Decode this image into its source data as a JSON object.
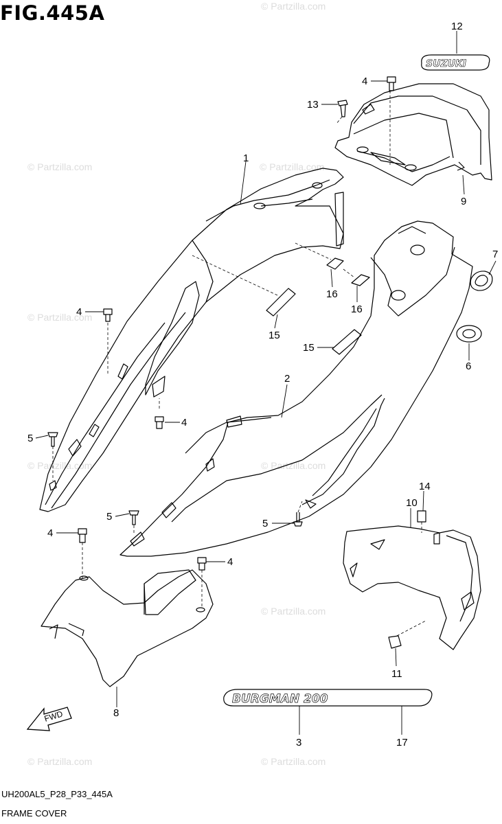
{
  "figure": {
    "title": "FIG.445A",
    "code": "UH200AL5_P28_P33_445A",
    "name": "FRAME COVER"
  },
  "watermark_text": "© Partzilla.com",
  "fwd_label": "FWD",
  "decals": {
    "suzuki": "SUZUKI",
    "burgman": "BURGMAN 200"
  },
  "callouts": [
    "12",
    "4",
    "13",
    "9",
    "1",
    "7",
    "16",
    "16",
    "4",
    "15",
    "6",
    "15",
    "2",
    "4",
    "5",
    "5",
    "5",
    "14",
    "10",
    "4",
    "4",
    "8",
    "11",
    "3",
    "17"
  ],
  "colors": {
    "line": "#000000",
    "watermark": "#dcdcdc"
  }
}
